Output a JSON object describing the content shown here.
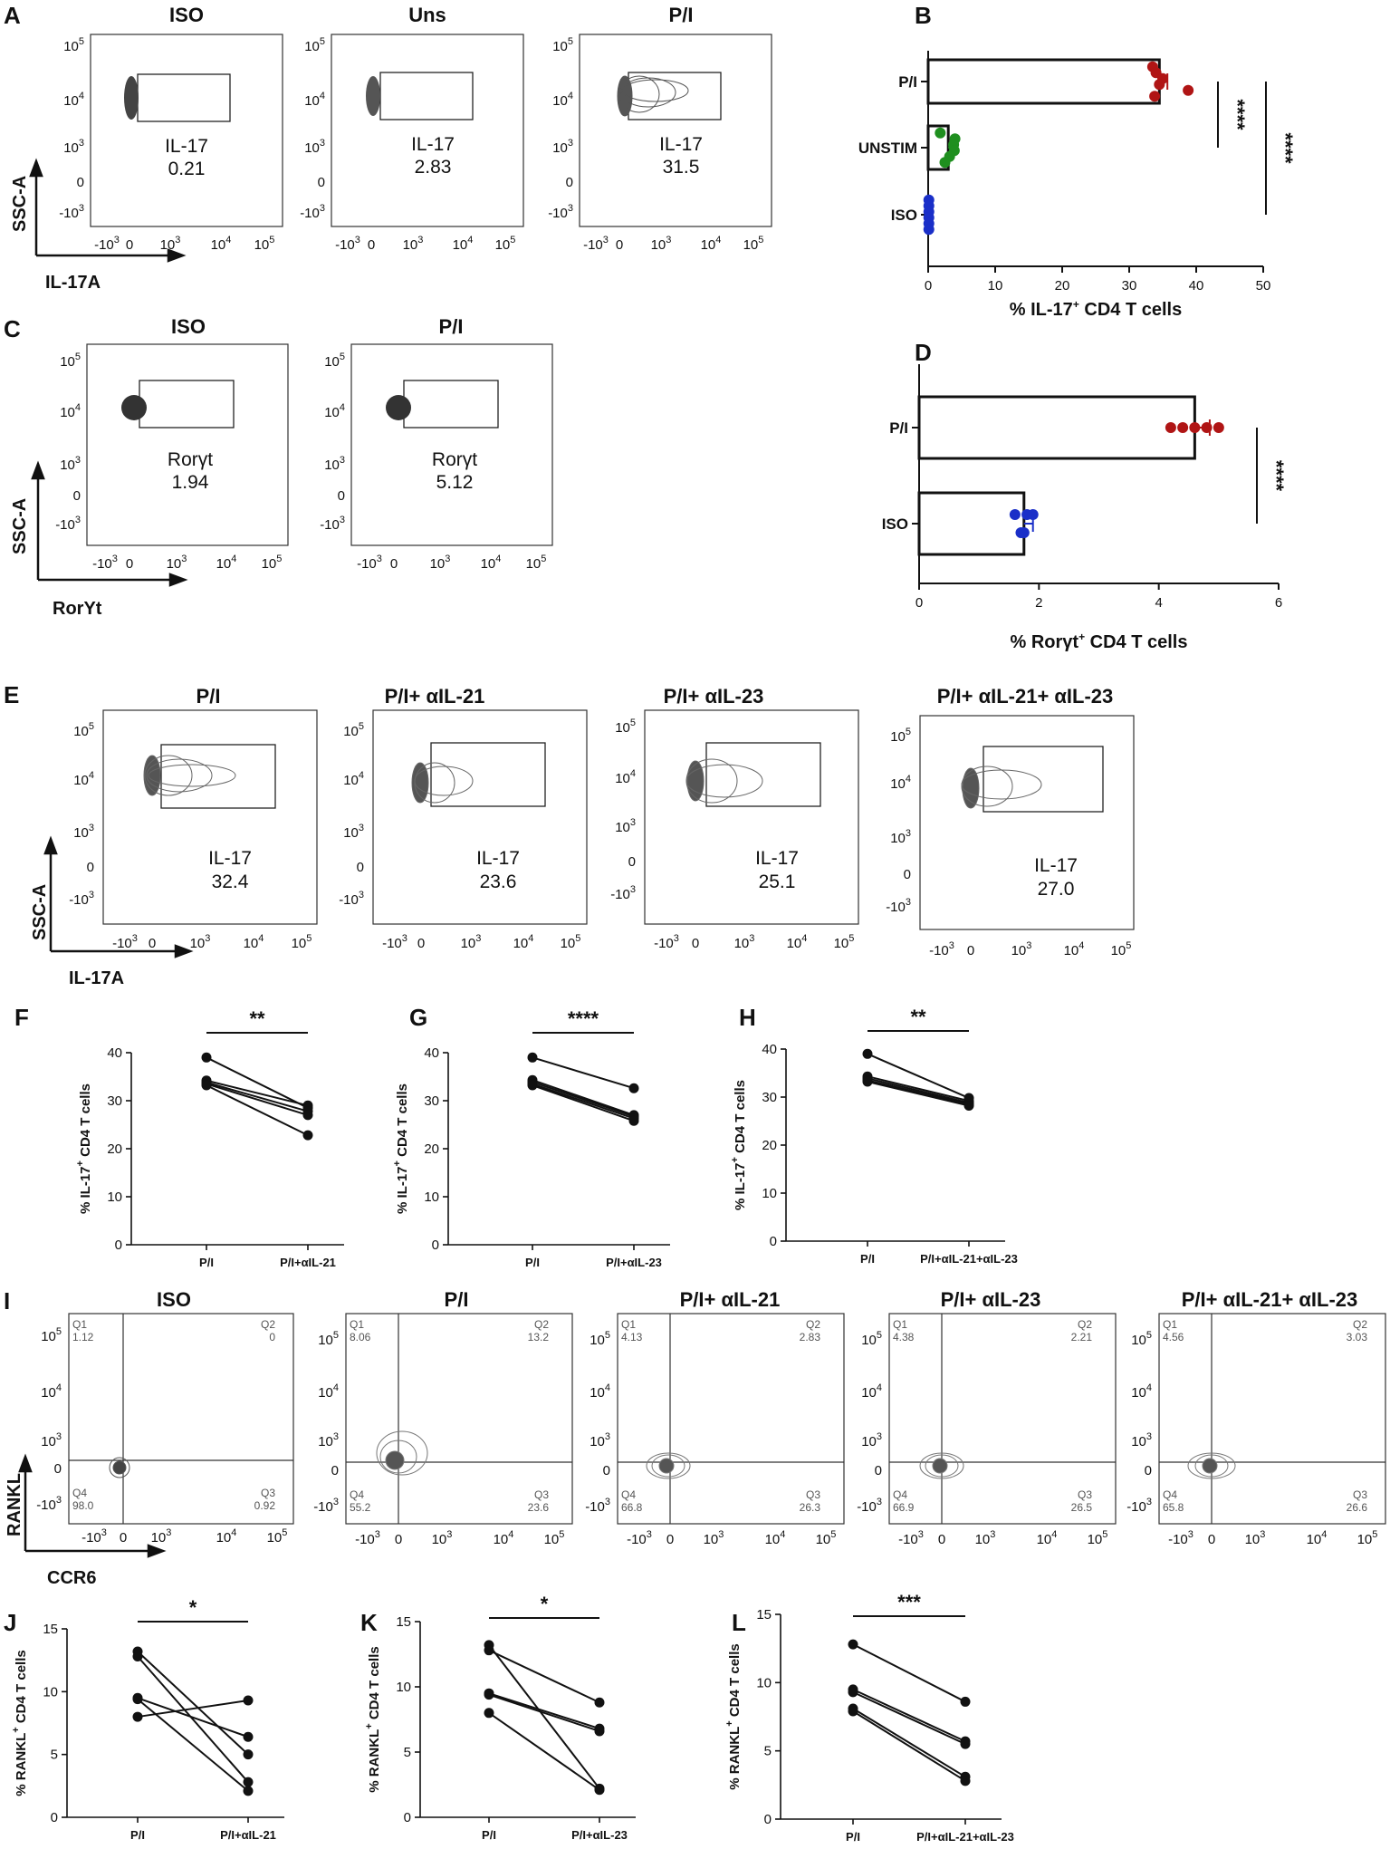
{
  "facs_panels": {
    "A": {
      "letter": "A",
      "xaxis": "IL-17A",
      "yaxis": "SSC-A",
      "plots": [
        {
          "title": "ISO",
          "gate": "IL-17",
          "value": "0.21"
        },
        {
          "title": "Uns",
          "gate": "IL-17",
          "value": "2.83"
        },
        {
          "title": "P/I",
          "gate": "IL-17",
          "value": "31.5"
        }
      ]
    },
    "C": {
      "letter": "C",
      "xaxis": "RorΥt",
      "yaxis": "SSC-A",
      "plots": [
        {
          "title": "ISO",
          "gate": "Rorγt",
          "value": "1.94"
        },
        {
          "title": "P/I",
          "gate": "Rorγt",
          "value": "5.12"
        }
      ]
    },
    "E": {
      "letter": "E",
      "xaxis": "IL-17A",
      "yaxis": "SSC-A",
      "plots": [
        {
          "title": "P/I",
          "gate": "IL-17",
          "value": "32.4"
        },
        {
          "title": "P/I+ αIL-21",
          "gate": "IL-17",
          "value": "23.6"
        },
        {
          "title": "P/I+ αIL-23",
          "gate": "IL-17",
          "value": "25.1"
        },
        {
          "title": "P/I+ αIL-21+ αIL-23",
          "gate": "IL-17",
          "value": "27.0"
        }
      ]
    },
    "I": {
      "letter": "I",
      "xaxis": "CCR6",
      "yaxis": "RANKL",
      "plots": [
        {
          "title": "ISO",
          "q1": "1.12",
          "q2": "0",
          "q3": "0.92",
          "q4": "98.0"
        },
        {
          "title": "P/I",
          "q1": "8.06",
          "q2": "13.2",
          "q3": "23.6",
          "q4": "55.2"
        },
        {
          "title": "P/I+ αIL-21",
          "q1": "4.13",
          "q2": "2.83",
          "q3": "26.3",
          "q4": "66.8"
        },
        {
          "title": "P/I+ αIL-23",
          "q1": "4.38",
          "q2": "2.21",
          "q3": "26.5",
          "q4": "66.9"
        },
        {
          "title": "P/I+ αIL-21+ αIL-23",
          "q1": "4.56",
          "q2": "3.03",
          "q3": "26.6",
          "q4": "65.8"
        }
      ]
    },
    "tick_labels": {
      "x": [
        "-10",
        "0",
        "10",
        "10",
        "10"
      ],
      "x_exp": [
        "3",
        "",
        "3",
        "4",
        "5"
      ],
      "y": [
        "10",
        "10",
        "10",
        "0",
        "-10"
      ],
      "y_exp": [
        "5",
        "4",
        "3",
        "",
        "3"
      ]
    },
    "quadrant_labels": [
      "Q1",
      "Q2",
      "Q3",
      "Q4"
    ]
  },
  "chart_data": [
    {
      "id": "B",
      "type": "bar",
      "orientation": "horizontal",
      "categories": [
        "P/I",
        "UNSTIM",
        "ISO"
      ],
      "values": [
        34.5,
        3.0,
        0.1
      ],
      "error": [
        1.2,
        0.8,
        0.0
      ],
      "points": [
        [
          33.5,
          34.0,
          35.0,
          34.5,
          38.8,
          33.8
        ],
        [
          1.8,
          4.0,
          3.8,
          3.9,
          3.2,
          2.5
        ],
        [
          0.1,
          0.1,
          0.1,
          0.1,
          0.1,
          0.1
        ]
      ],
      "point_colors": [
        "#b01515",
        "#1f8f1f",
        "#1a2fc8"
      ],
      "xlabel": "% IL-17",
      "xlabel_sup": "+",
      "xlabel_tail": " CD4 T cells",
      "xlim": [
        0,
        50
      ],
      "xticks": [
        0,
        10,
        20,
        30,
        40,
        50
      ],
      "significance": [
        "****",
        "****"
      ]
    },
    {
      "id": "D",
      "type": "bar",
      "orientation": "horizontal",
      "categories": [
        "P/I",
        "ISO"
      ],
      "values": [
        4.6,
        1.75
      ],
      "error": [
        0.25,
        0.15
      ],
      "points": [
        [
          4.2,
          4.4,
          4.6,
          4.8,
          5.0
        ],
        [
          1.6,
          1.75,
          1.9,
          1.7,
          1.8
        ]
      ],
      "point_colors": [
        "#b01515",
        "#1a2fc8"
      ],
      "xlabel": "% Rorγt",
      "xlabel_sup": "+",
      "xlabel_tail": " CD4 T cells",
      "xlim": [
        0,
        6
      ],
      "xticks": [
        0,
        2,
        4,
        6
      ],
      "significance": [
        "****"
      ]
    },
    {
      "id": "F",
      "type": "line",
      "categories": [
        "P/I",
        "P/I+αIL-21"
      ],
      "series": [
        {
          "values": [
            39.0,
            28.5
          ]
        },
        {
          "values": [
            34.2,
            29.0
          ]
        },
        {
          "values": [
            33.8,
            27.8
          ]
        },
        {
          "values": [
            33.5,
            27.0
          ]
        },
        {
          "values": [
            33.2,
            22.8
          ]
        }
      ],
      "ylabel": "% IL-17",
      "ylabel_sup": "+",
      "ylabel_tail": " CD4 T cells",
      "ylim": [
        0,
        40
      ],
      "yticks": [
        0,
        10,
        20,
        30,
        40
      ],
      "significance": "**"
    },
    {
      "id": "G",
      "type": "line",
      "categories": [
        "P/I",
        "P/I+αIL-23"
      ],
      "series": [
        {
          "values": [
            39.0,
            32.6
          ]
        },
        {
          "values": [
            34.3,
            27.0
          ]
        },
        {
          "values": [
            33.9,
            26.7
          ]
        },
        {
          "values": [
            33.5,
            26.3
          ]
        },
        {
          "values": [
            33.2,
            25.8
          ]
        }
      ],
      "ylabel": "% IL-17",
      "ylabel_sup": "+",
      "ylabel_tail": " CD4 T cells",
      "ylim": [
        0,
        40
      ],
      "yticks": [
        0,
        10,
        20,
        30,
        40
      ],
      "significance": "****"
    },
    {
      "id": "H",
      "type": "line",
      "categories": [
        "P/I",
        "P/I+αIL-21+αIL-23"
      ],
      "series": [
        {
          "values": [
            39.0,
            29.8
          ]
        },
        {
          "values": [
            34.3,
            29.2
          ]
        },
        {
          "values": [
            33.9,
            28.8
          ]
        },
        {
          "values": [
            33.5,
            28.5
          ]
        },
        {
          "values": [
            33.2,
            28.2
          ]
        }
      ],
      "ylabel": "% IL-17",
      "ylabel_sup": "+",
      "ylabel_tail": " CD4 T cells",
      "ylim": [
        0,
        40
      ],
      "yticks": [
        0,
        10,
        20,
        30,
        40
      ],
      "significance": "**"
    },
    {
      "id": "J",
      "type": "line",
      "categories": [
        "P/I",
        "P/I+αIL-21"
      ],
      "series": [
        {
          "values": [
            13.2,
            5.0
          ]
        },
        {
          "values": [
            12.8,
            2.8
          ]
        },
        {
          "values": [
            9.5,
            6.4
          ]
        },
        {
          "values": [
            9.4,
            2.1
          ]
        },
        {
          "values": [
            8.0,
            9.3
          ]
        }
      ],
      "ylabel": "% RANKL",
      "ylabel_sup": "+",
      "ylabel_tail": " CD4 T cells",
      "ylim": [
        0,
        15
      ],
      "yticks": [
        0,
        5,
        10,
        15
      ],
      "significance": "*"
    },
    {
      "id": "K",
      "type": "line",
      "categories": [
        "P/I",
        "P/I+αIL-23"
      ],
      "series": [
        {
          "values": [
            13.2,
            2.2
          ]
        },
        {
          "values": [
            12.8,
            8.8
          ]
        },
        {
          "values": [
            9.5,
            6.8
          ]
        },
        {
          "values": [
            9.4,
            6.6
          ]
        },
        {
          "values": [
            8.0,
            2.1
          ]
        }
      ],
      "ylabel": "% RANKL",
      "ylabel_sup": "+",
      "ylabel_tail": " CD4 T cells",
      "ylim": [
        0,
        15
      ],
      "yticks": [
        0,
        5,
        10,
        15
      ],
      "significance": "*"
    },
    {
      "id": "L",
      "type": "line",
      "categories": [
        "P/I",
        "P/I+αIL-21+αIL-23"
      ],
      "series": [
        {
          "values": [
            12.8,
            8.6
          ]
        },
        {
          "values": [
            9.5,
            5.7
          ]
        },
        {
          "values": [
            9.3,
            5.5
          ]
        },
        {
          "values": [
            8.1,
            3.1
          ]
        },
        {
          "values": [
            7.9,
            2.8
          ]
        }
      ],
      "ylabel": "% RANKL",
      "ylabel_sup": "+",
      "ylabel_tail": " CD4 T cells",
      "ylim": [
        0,
        15
      ],
      "yticks": [
        0,
        5,
        10,
        15
      ],
      "significance": "***"
    }
  ]
}
